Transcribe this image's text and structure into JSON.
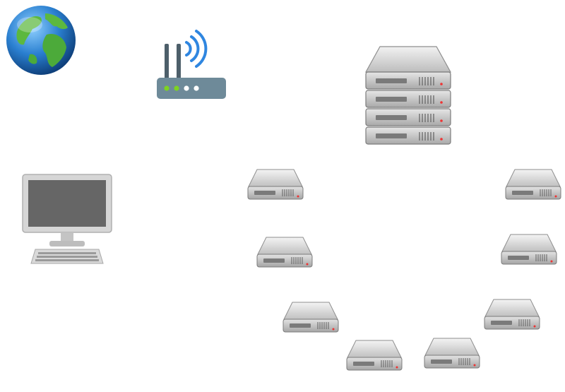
{
  "diagram": {
    "nodes": [
      {
        "id": "internet",
        "icon": "globe-icon"
      },
      {
        "id": "wifi-router",
        "icon": "wifi-router-icon"
      },
      {
        "id": "server-rack",
        "icon": "server-rack-icon"
      },
      {
        "id": "desktop-computer",
        "icon": "desktop-computer-icon"
      },
      {
        "id": "server-1",
        "icon": "server-icon"
      },
      {
        "id": "server-2",
        "icon": "server-icon"
      },
      {
        "id": "server-3",
        "icon": "server-icon"
      },
      {
        "id": "server-4",
        "icon": "server-icon"
      },
      {
        "id": "server-5",
        "icon": "server-icon"
      },
      {
        "id": "server-6",
        "icon": "server-icon"
      },
      {
        "id": "server-7",
        "icon": "server-icon"
      },
      {
        "id": "server-8",
        "icon": "server-icon"
      }
    ],
    "colors": {
      "globe_ocean": "#1f6fb8",
      "globe_land": "#4caa3a",
      "router_body": "#6e8a99",
      "router_led_green": "#7ed321",
      "wifi_waves": "#2f86e0",
      "server_gray": "#c9c9c9",
      "monitor_screen": "#666666"
    }
  }
}
